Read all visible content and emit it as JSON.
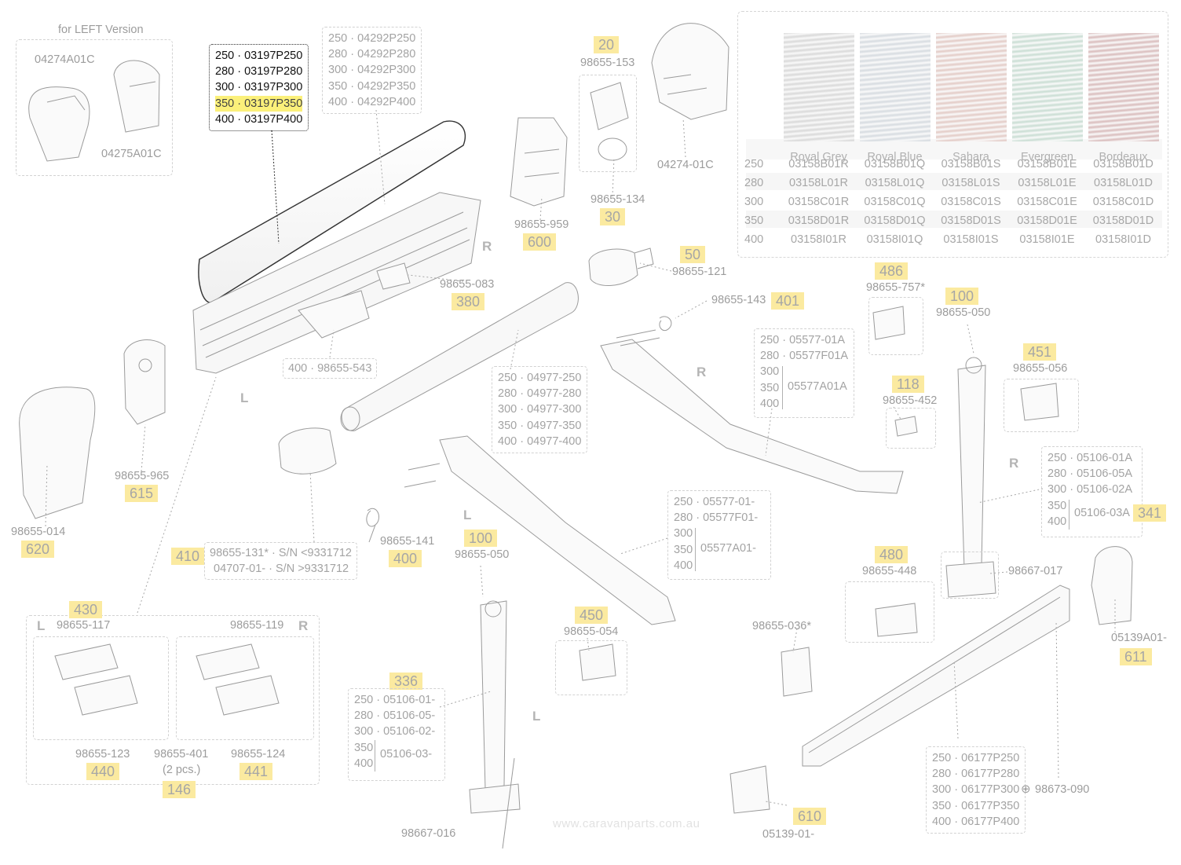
{
  "caption_left_version": "for LEFT Version",
  "watermark": "www.caravanparts.com.au",
  "parts": {
    "p04274A01C": "04274A01C",
    "p04275A01C": "04275A01C",
    "p04274_01C": "04274-01C",
    "p98655_153": "98655-153",
    "p98655_134": "98655-134",
    "p98655_959": "98655-959",
    "p98655_083": "98655-083",
    "p98655_121": "98655-121",
    "p98655_143": "98655-143",
    "p98655_757": "98655-757*",
    "p98655_050a": "98655-050",
    "p98655_056": "98655-056",
    "p98655_452": "98655-452",
    "p98655_965": "98655-965",
    "p98655_014": "98655-014",
    "p98655_141": "98655-141",
    "p98655_050b": "98655-050",
    "p98655_448": "98655-448",
    "p98667_017": "98667-017",
    "p98655_054": "98655-054",
    "p98655_036": "98655-036*",
    "p05139A01": "05139A01-",
    "p98655_117": "98655-117",
    "p98655_119": "98655-119",
    "p98655_123": "98655-123",
    "p98655_401": "98655-401",
    "p98655_401_note": "(2 pcs.)",
    "p98655_124": "98655-124",
    "p98667_016": "98667-016",
    "p05139_01": "05139-01-",
    "p98673_090": "98673-090",
    "p400_543": "400 · 98655-543",
    "p410_a": "98655-131* · S/N <9331712",
    "p410_b": "04707-01- · S/N >9331712"
  },
  "highlights": {
    "h20": "20",
    "h30": "30",
    "h600": "600",
    "h380": "380",
    "h50": "50",
    "h401": "401",
    "h486": "486",
    "h100a": "100",
    "h451": "451",
    "h118": "118",
    "h341": "341",
    "h615": "615",
    "h620": "620",
    "h410": "410",
    "h400": "400",
    "h100b": "100",
    "h480": "480",
    "h450": "450",
    "h336": "336",
    "h430": "430",
    "h440": "440",
    "h146": "146",
    "h441": "441",
    "h610": "610",
    "h611": "611"
  },
  "side_letters": {
    "r1": "R",
    "l1": "L",
    "r2": "R",
    "l2": "L",
    "r3": "R",
    "l3": "L",
    "kit_l": "L",
    "kit_r": "R"
  },
  "lists": {
    "main_cover": [
      "250 · 03197P250",
      "280 · 03197P280",
      "300 · 03197P300",
      "350 · 03197P350",
      "400 · 03197P400"
    ],
    "profile": [
      "250 · 04292P250",
      "280 · 04292P280",
      "300 · 04292P300",
      "350 · 04292P350",
      "400 · 04292P400"
    ],
    "roller_tube": [
      "250 · 04977-250",
      "280 · 04977-280",
      "300 · 04977-300",
      "350 · 04977-350",
      "400 · 04977-400"
    ],
    "arm_r": {
      "rows": [
        "250 · 05577-01A",
        "280 · 05577F01A"
      ],
      "bracket_sizes": [
        "300",
        "350",
        "400"
      ],
      "bracket_code": "05577A01A"
    },
    "arm_l": {
      "rows": [
        "250 · 05577-01-",
        "280 · 05577F01-"
      ],
      "bracket_sizes": [
        "300",
        "350",
        "400"
      ],
      "bracket_code": "05577A01-"
    },
    "leg_r": {
      "rows": [
        "250 · 05106-01A",
        "280 · 05106-05A",
        "300 · 05106-02A"
      ],
      "bracket_sizes": [
        "350",
        "400"
      ],
      "bracket_code": "05106-03A"
    },
    "leg_l": {
      "rows": [
        "250 · 05106-01-",
        "280 · 05106-05-",
        "300 · 05106-02-"
      ],
      "bracket_sizes": [
        "350",
        "400"
      ],
      "bracket_code": "05106-03-"
    },
    "front_rail": [
      "250 · 06177P250",
      "280 · 06177P280",
      "300 · 06177P300",
      "350 · 06177P350",
      "400 · 06177P400"
    ]
  },
  "fabric_table": {
    "headers": [
      "Royal Grey",
      "Royal Blue",
      "Sahara",
      "Evergreen",
      "Bordeaux"
    ],
    "sizes": [
      "250",
      "280",
      "300",
      "350",
      "400"
    ],
    "rows": [
      [
        "03158B01R",
        "03158B01Q",
        "03158B01S",
        "03158B01E",
        "03158B01D"
      ],
      [
        "03158L01R",
        "03158L01Q",
        "03158L01S",
        "03158L01E",
        "03158L01D"
      ],
      [
        "03158C01R",
        "03158C01Q",
        "03158C01S",
        "03158C01E",
        "03158C01D"
      ],
      [
        "03158D01R",
        "03158D01Q",
        "03158D01S",
        "03158D01E",
        "03158D01D"
      ],
      [
        "03158I01R",
        "03158I01Q",
        "03158I01S",
        "03158I01E",
        "03158I01D"
      ]
    ],
    "colors": [
      "#d9d9d9",
      "#d6dbe0",
      "#e3cbc6",
      "#c9ddd3",
      "#d9bcbc"
    ]
  }
}
